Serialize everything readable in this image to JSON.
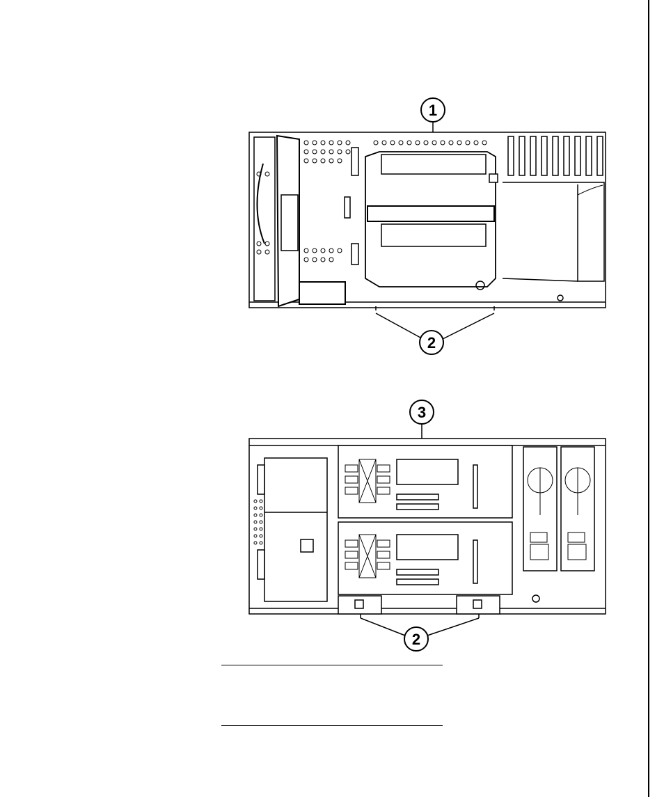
{
  "callouts": {
    "top_chassis": "1",
    "top_feet": "2",
    "bottom_chassis": "3",
    "bottom_feet": "2"
  }
}
